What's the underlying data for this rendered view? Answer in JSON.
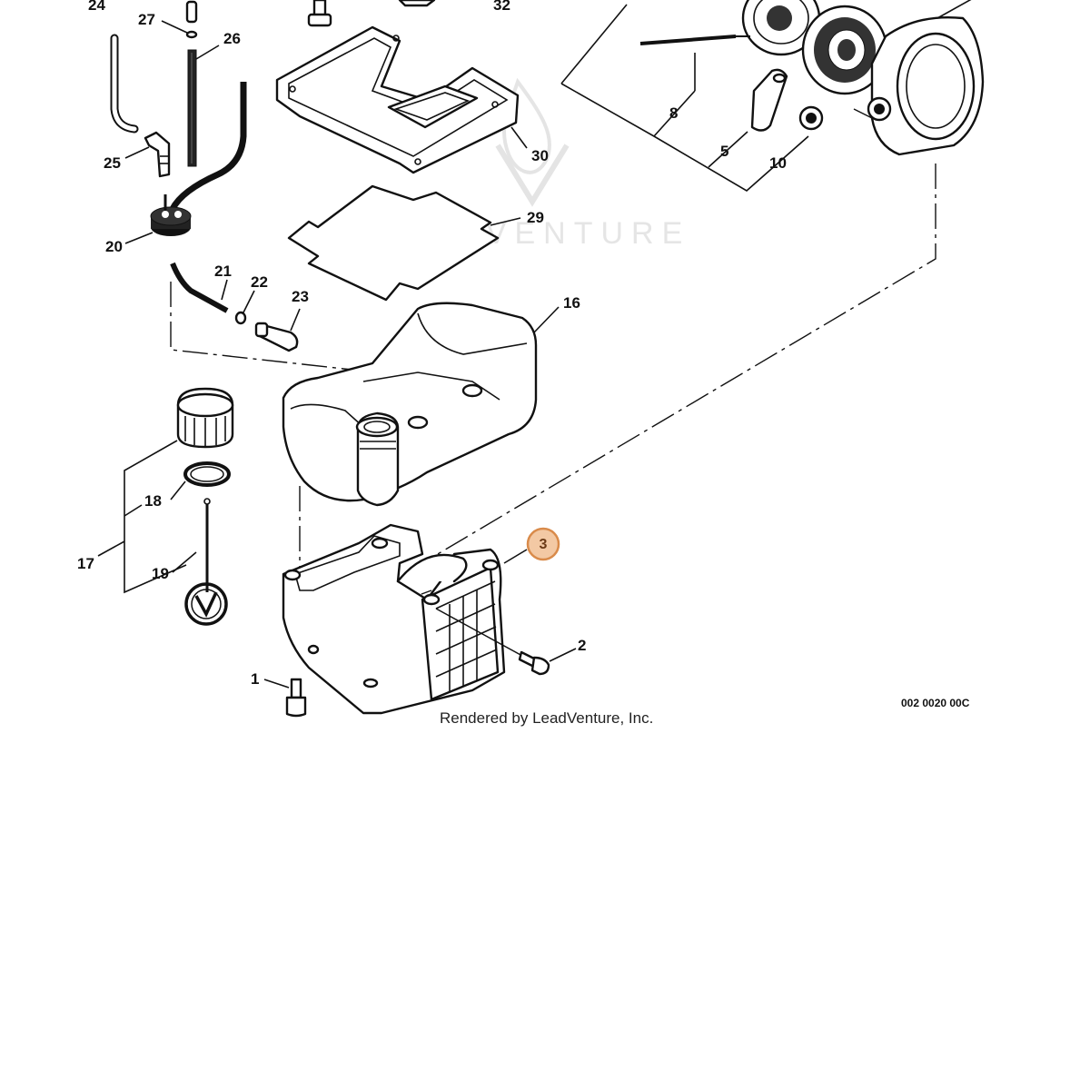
{
  "watermark": {
    "text": "LEADVENTURE"
  },
  "callouts": {
    "c24": "24",
    "c27": "27",
    "c26": "26",
    "c32": "32",
    "c25": "25",
    "c20": "20",
    "c21": "21",
    "c22": "22",
    "c23": "23",
    "c30": "30",
    "c29": "29",
    "c16": "16",
    "c8": "8",
    "c5": "5",
    "c10": "10",
    "c17": "17",
    "c18": "18",
    "c19": "19",
    "c3": "3",
    "c2": "2",
    "c1": "1"
  },
  "highlighted_part": "3",
  "colors": {
    "highlight_fill": "#f3c9a4",
    "highlight_stroke": "#d98b4b"
  },
  "footer": {
    "credit": "Rendered by LeadVenture, Inc.",
    "drawing_code": "002 0020 00C"
  }
}
